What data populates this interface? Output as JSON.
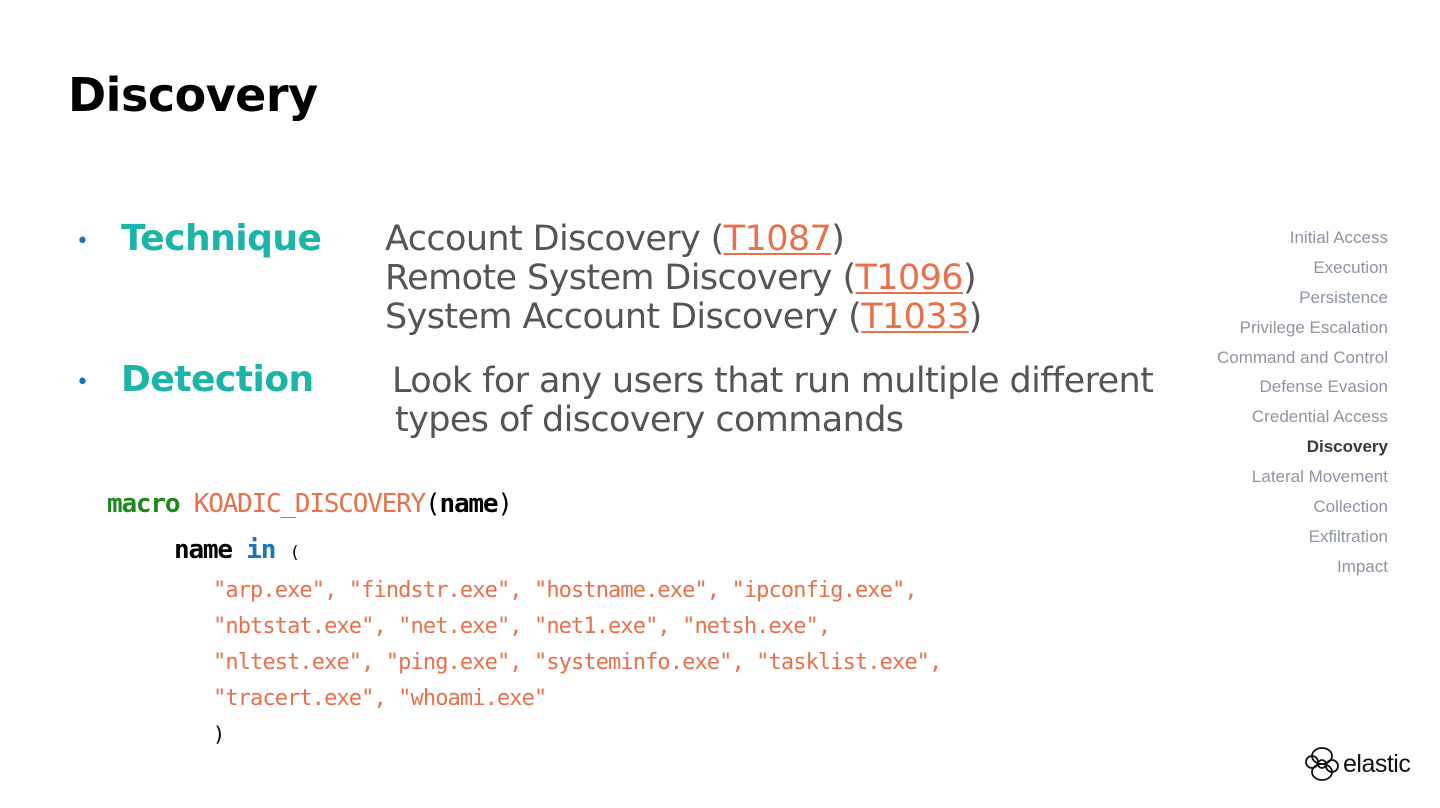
{
  "title": "Discovery",
  "technique": {
    "label": "Technique",
    "items": [
      {
        "text": "Account Discovery (",
        "id": "T1087",
        "end": ")"
      },
      {
        "text": "Remote System Discovery (",
        "id": "T1096",
        "end": ")"
      },
      {
        "text": "System Account Discovery (",
        "id": "T1033",
        "end": ")"
      }
    ]
  },
  "detection": {
    "label": "Detection",
    "lines": [
      "Look for any users that run multiple different",
      "types of discovery commands"
    ]
  },
  "code": {
    "macro_kw": "macro",
    "macro_name": "KOADIC_DISCOVERY",
    "open_paren": "(",
    "arg": "name",
    "close_paren": ")",
    "name_var": "name",
    "in_kw": "in",
    "list_open": "(",
    "string_lines": [
      "\"arp.exe\", \"findstr.exe\", \"hostname.exe\", \"ipconfig.exe\",",
      "\"nbtstat.exe\", \"net.exe\", \"net1.exe\", \"netsh.exe\",",
      "\"nltest.exe\", \"ping.exe\", \"systeminfo.exe\", \"tasklist.exe\",",
      "\"tracert.exe\", \"whoami.exe\""
    ],
    "list_close": ")"
  },
  "nav": {
    "items": [
      "Initial Access",
      "Execution",
      "Persistence",
      "Privilege Escalation",
      "Command and Control",
      "Defense Evasion",
      "Credential Access",
      "Discovery",
      "Lateral Movement",
      "Collection",
      "Exfiltration",
      "Impact"
    ],
    "active": "Discovery"
  },
  "logo": {
    "text": "elastic",
    "icon": "elastic-logo-icon"
  },
  "colors": {
    "label": "#1ab4a8",
    "link": "#e8704a",
    "bullet": "#1b75bc",
    "keyword": "#1b8a1b",
    "nav_active": "#343741",
    "nav_inactive": "#8f94a3"
  }
}
